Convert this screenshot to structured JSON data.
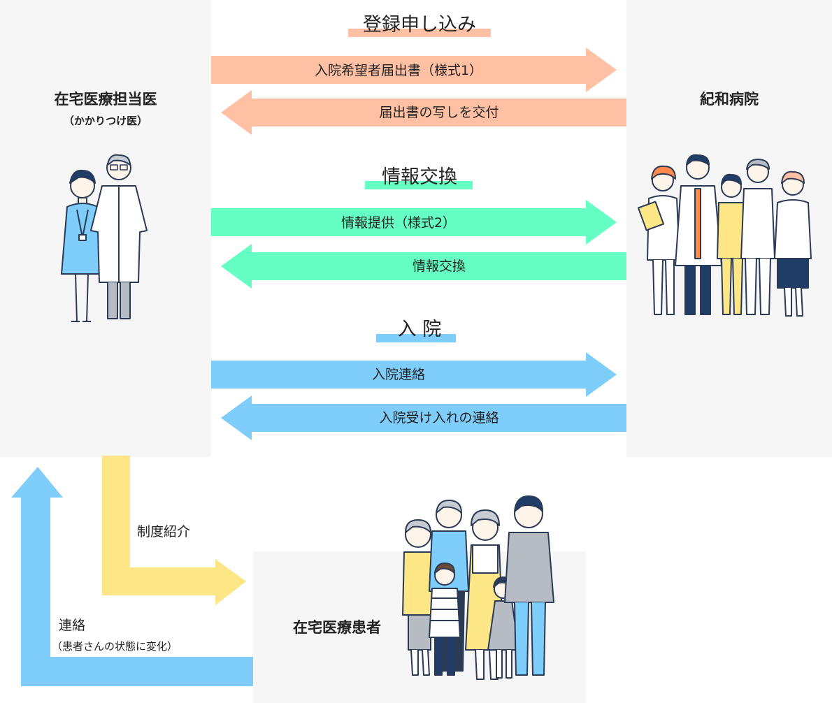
{
  "colors": {
    "peach": "#ffc0a3",
    "mint": "#65ffc3",
    "sky": "#7ecdfb",
    "yellow": "#fce685",
    "panel": "#f6f6f6"
  },
  "left_box": {
    "title": "在宅医療担当医",
    "subtitle": "（かかりつけ医）"
  },
  "right_box": {
    "title": "紀和病院"
  },
  "bottom_box": {
    "title": "在宅医療患者"
  },
  "sections": [
    {
      "title": "登録申し込み",
      "right_arrow": "入院希望者届出書（様式1）",
      "left_arrow": "届出書の写しを交付"
    },
    {
      "title": "情報交換",
      "right_arrow": "情報提供（様式2）",
      "left_arrow": "情報交換"
    },
    {
      "title": "入 院",
      "right_arrow": "入院連絡",
      "left_arrow": "入院受け入れの連絡"
    }
  ],
  "flows": {
    "referral": "制度紹介",
    "contact": "連絡",
    "contact_note": "（患者さんの状態に変化）"
  },
  "icons": {
    "left_people": "doctor-and-nurse-illustration",
    "right_people": "hospital-staff-group-illustration",
    "bottom_people": "patient-family-group-illustration"
  }
}
